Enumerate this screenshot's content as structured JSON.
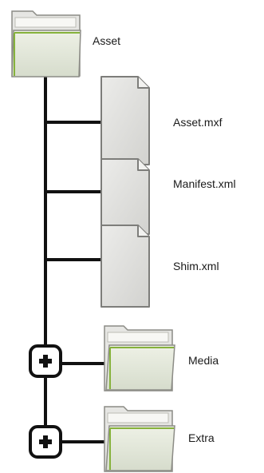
{
  "root": {
    "label": "Asset",
    "icon": "folder-icon"
  },
  "files": [
    {
      "label": "Asset.mxf",
      "icon": "file-icon"
    },
    {
      "label": "Manifest.xml",
      "icon": "file-icon"
    },
    {
      "label": "Shim.xml",
      "icon": "file-icon"
    }
  ],
  "subfolders": [
    {
      "label": "Media",
      "icon": "folder-icon",
      "toggle": "expand-icon"
    },
    {
      "label": "Extra",
      "icon": "folder-icon",
      "toggle": "expand-icon"
    }
  ],
  "colors": {
    "line": "#111111",
    "folder_back": "#e6e6e3",
    "folder_front": "#e2e6db",
    "folder_edge": "#8c8c86",
    "folder_accent": "#86b23c",
    "file_fill": "#e0e0dd",
    "file_edge": "#7d7d7a"
  }
}
